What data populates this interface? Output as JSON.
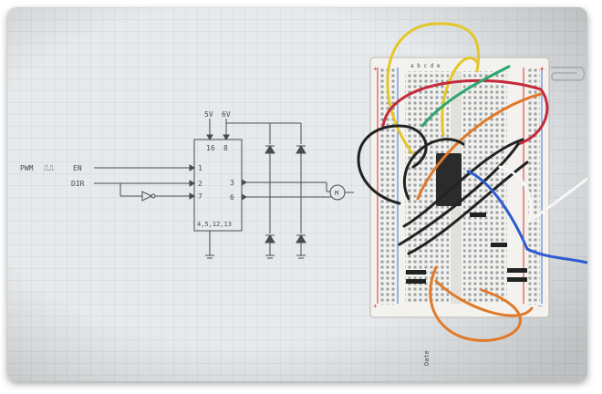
{
  "photo": {
    "subject": "",
    "schematic": {
      "inputs": [
        {
          "label": "PWM",
          "waveform": "⎍⎍",
          "signal": "EN",
          "pin": "1"
        },
        {
          "label": "DIR",
          "pin": "2"
        },
        {
          "pin": "7"
        }
      ],
      "supplies": [
        {
          "voltage": "5V",
          "pin": "16"
        },
        {
          "voltage": "6V",
          "pin": "8"
        }
      ],
      "outputs": [
        {
          "pin": "3"
        },
        {
          "pin": "6"
        }
      ],
      "ground_pins": "4,5,12,13",
      "load": "M"
    },
    "breadboard": {
      "column_letters": "a b c d e",
      "rail_plus": "+",
      "rail_minus": "−"
    },
    "page_corner_note": "Date"
  }
}
